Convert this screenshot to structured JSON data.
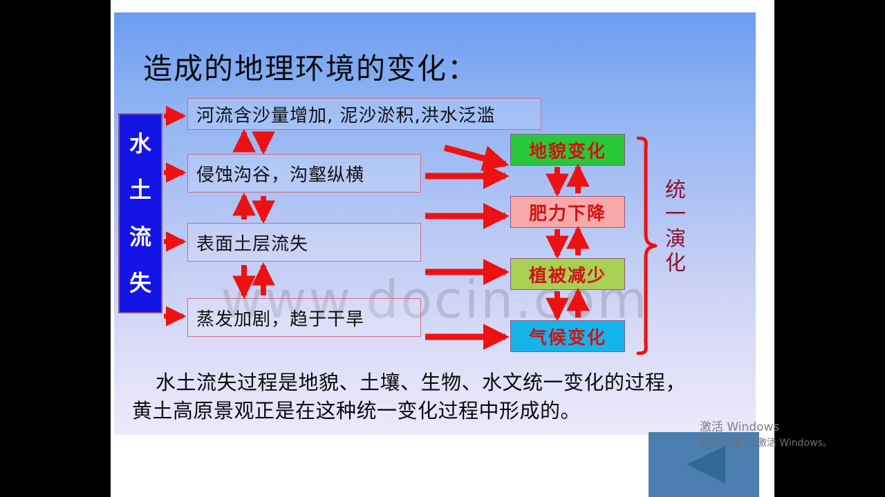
{
  "slide": {
    "title": "造成的地理环境的变化：",
    "watermark": "www.docin.com",
    "vertical_label": {
      "chars": [
        "水",
        "土",
        "流",
        "失"
      ],
      "bg_color": "#1414e6",
      "text_color": "#ffffff"
    },
    "cause_boxes": [
      {
        "text": "河流含沙量增加, 泥沙淤积,洪水泛滥"
      },
      {
        "text": "侵蚀沟谷，沟壑纵横"
      },
      {
        "text": "表面土层流失"
      },
      {
        "text": "蒸发加剧，趋于干旱"
      }
    ],
    "effect_boxes": [
      {
        "text": "地貌变化",
        "color": "#27c93a"
      },
      {
        "text": "肥力下降",
        "color": "#f9a8a8"
      },
      {
        "text": "植被减少",
        "color": "#a8d053"
      },
      {
        "text": "气候变化",
        "color": "#14b4ea"
      }
    ],
    "unify_label": {
      "chars": [
        "统",
        "一",
        "演",
        "化"
      ],
      "color": "#8f1230"
    },
    "caption": {
      "line1": "水土流失过程是地貌、土壤、生物、水文统一变化的过程，",
      "line2": "黄土高原景观正是在这种统一变化过程中形成的。"
    },
    "accent_color": "#ee1111"
  },
  "windows_activation": {
    "title": "激活 Windows",
    "subtitle": "转到\"设置\"以激活 Windows。"
  },
  "nav": {
    "back_label": "◀"
  }
}
